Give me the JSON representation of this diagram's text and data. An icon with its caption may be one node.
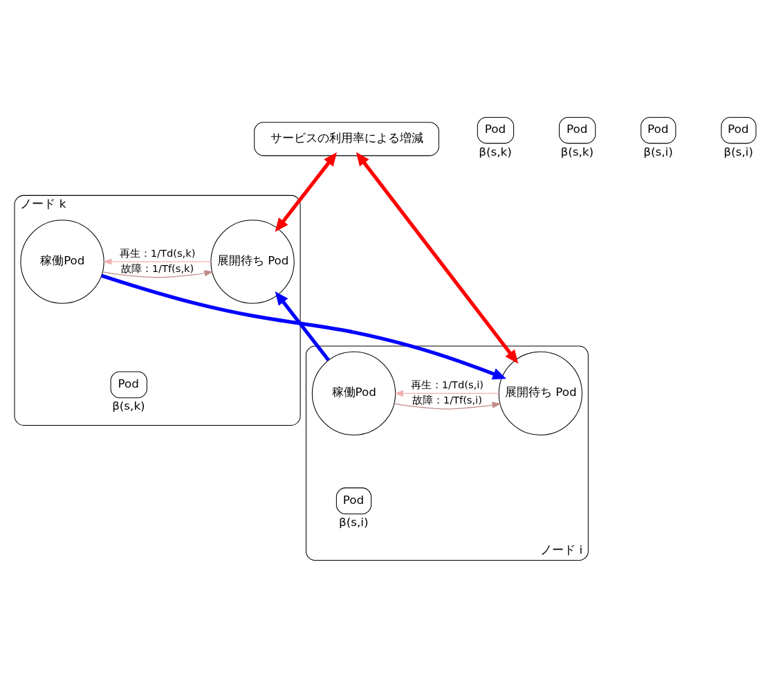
{
  "diagram": {
    "nodes": [
      {
        "text": [
          "ノード k"
        ]
      },
      {
        "text": [
          "稼働Pod"
        ],
        "in": 0
      },
      {
        "text": [
          "展開待ち Pod"
        ],
        "in": 0
      },
      {
        "text": [
          "Pod"
        ],
        "in": 0,
        "beside": [
          "β(s,k)"
        ]
      },
      {
        "text": [
          "Pod"
        ],
        "beside": [
          "β(s,k)"
        ]
      },
      {
        "text": [
          "Pod"
        ],
        "beside": [
          "β(s,k)"
        ]
      },
      {
        "text": [
          "Pod"
        ],
        "beside": [
          "β(s,i)"
        ]
      },
      {
        "text": [
          "サービスの利用率による増減"
        ]
      },
      {
        "text": [
          "ノード i"
        ]
      },
      {
        "text": [
          "稼働Pod"
        ],
        "in": 8
      },
      {
        "text": [
          "展開待ち Pod"
        ],
        "in": 8
      },
      {
        "text": [
          "Pod"
        ],
        "in": 8,
        "beside": [
          "β(s,i)"
        ]
      },
      {
        "text": [
          "Pod"
        ],
        "beside": [
          "β(s,i)"
        ]
      }
    ],
    "edges": [
      {
        "from": 1,
        "to": 2,
        "arrow": "to",
        "label": "故障：1/Tf(s,k)",
        "color": "#c08a8a"
      },
      {
        "from": 2,
        "to": 1,
        "arrow": "to",
        "label": "再生：1/Td(s,k)",
        "color": "#f0b0b0"
      },
      {
        "from": 1,
        "to": 10,
        "arrow": "to",
        "style": "thick",
        "color": "#0000ff"
      },
      {
        "from": 9,
        "to": 2,
        "arrow": "to",
        "style": "thick",
        "color": "#0000ff"
      },
      {
        "from": 7,
        "to": 2,
        "arrow": "both",
        "style": "thick",
        "color": "#ff0000"
      },
      {
        "from": 7,
        "to": 10,
        "arrow": "both",
        "style": "thick",
        "color": "#ff0000"
      },
      {
        "from": 9,
        "to": 10,
        "arrow": "to",
        "label": "故障：1/Tf(s,i)",
        "color": "#c08a8a"
      },
      {
        "from": 10,
        "to": 9,
        "arrow": "to",
        "label": "再生：1/Td(s,i)",
        "color": "#f0b0b0"
      }
    ]
  }
}
